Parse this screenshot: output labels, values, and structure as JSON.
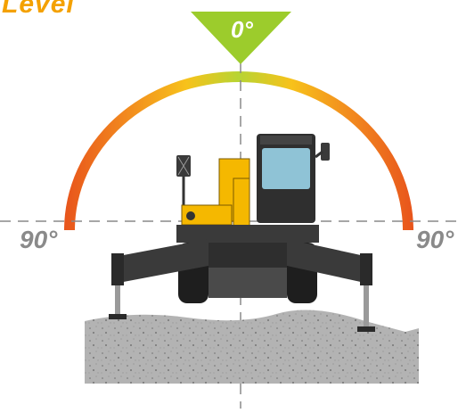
{
  "title": "Level",
  "angle_top": "0°",
  "angle_left": "90°",
  "angle_right": "90°",
  "colors": {
    "title": "#f4a100",
    "arc_top": "#b7d433",
    "arc_mid": "#f7c21b",
    "arc_ends": "#e8541c",
    "indicator": "#9ccc2c",
    "angle_side": "#8a8a8a",
    "machine_body": "#3a3a3a",
    "machine_boom": "#f5b800",
    "ground": "#b3b3b3"
  },
  "icons": [
    "zero-degree-indicator",
    "level-arc",
    "rotating-machine",
    "outrigger",
    "ground-block"
  ]
}
